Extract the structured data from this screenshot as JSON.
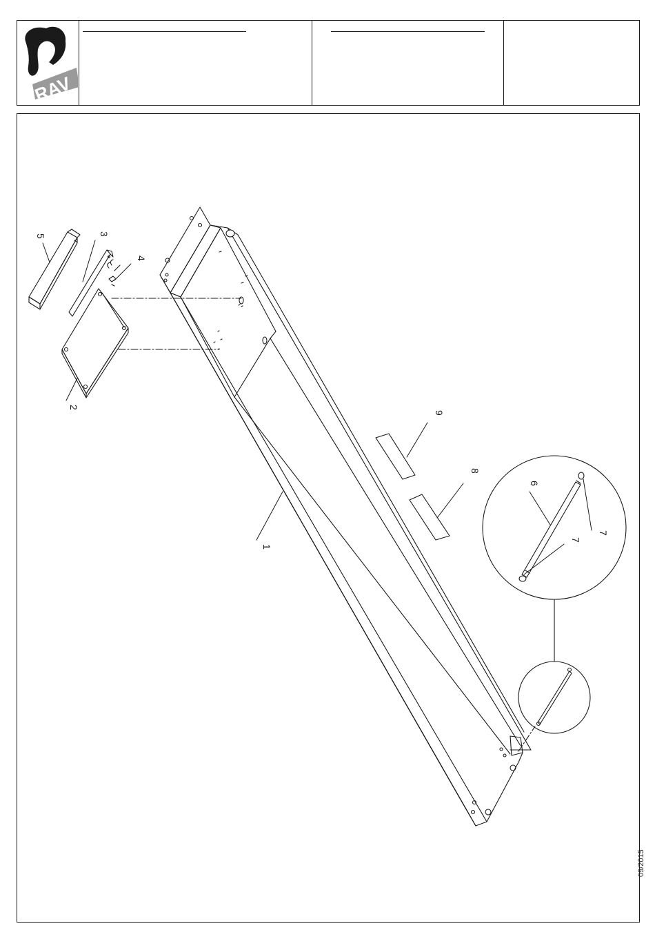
{
  "header": {
    "logo": {
      "text": "RAV",
      "icon": "rav-brand-logo"
    },
    "cells": [
      {
        "text": ""
      },
      {
        "text": ""
      },
      {
        "text": ""
      }
    ]
  },
  "drawing": {
    "date_stamp": "09/2015",
    "callouts": {
      "c1": "1",
      "c2": "2",
      "c3": "3",
      "c4": "4",
      "c5": "5",
      "c6": "6",
      "c7a": "7",
      "c7b": "7",
      "c8": "8",
      "c9": "9"
    }
  },
  "colors": {
    "line": "#1a1a1a",
    "logo_dark": "#1a1a1a",
    "logo_grey": "#9a9a9a"
  }
}
